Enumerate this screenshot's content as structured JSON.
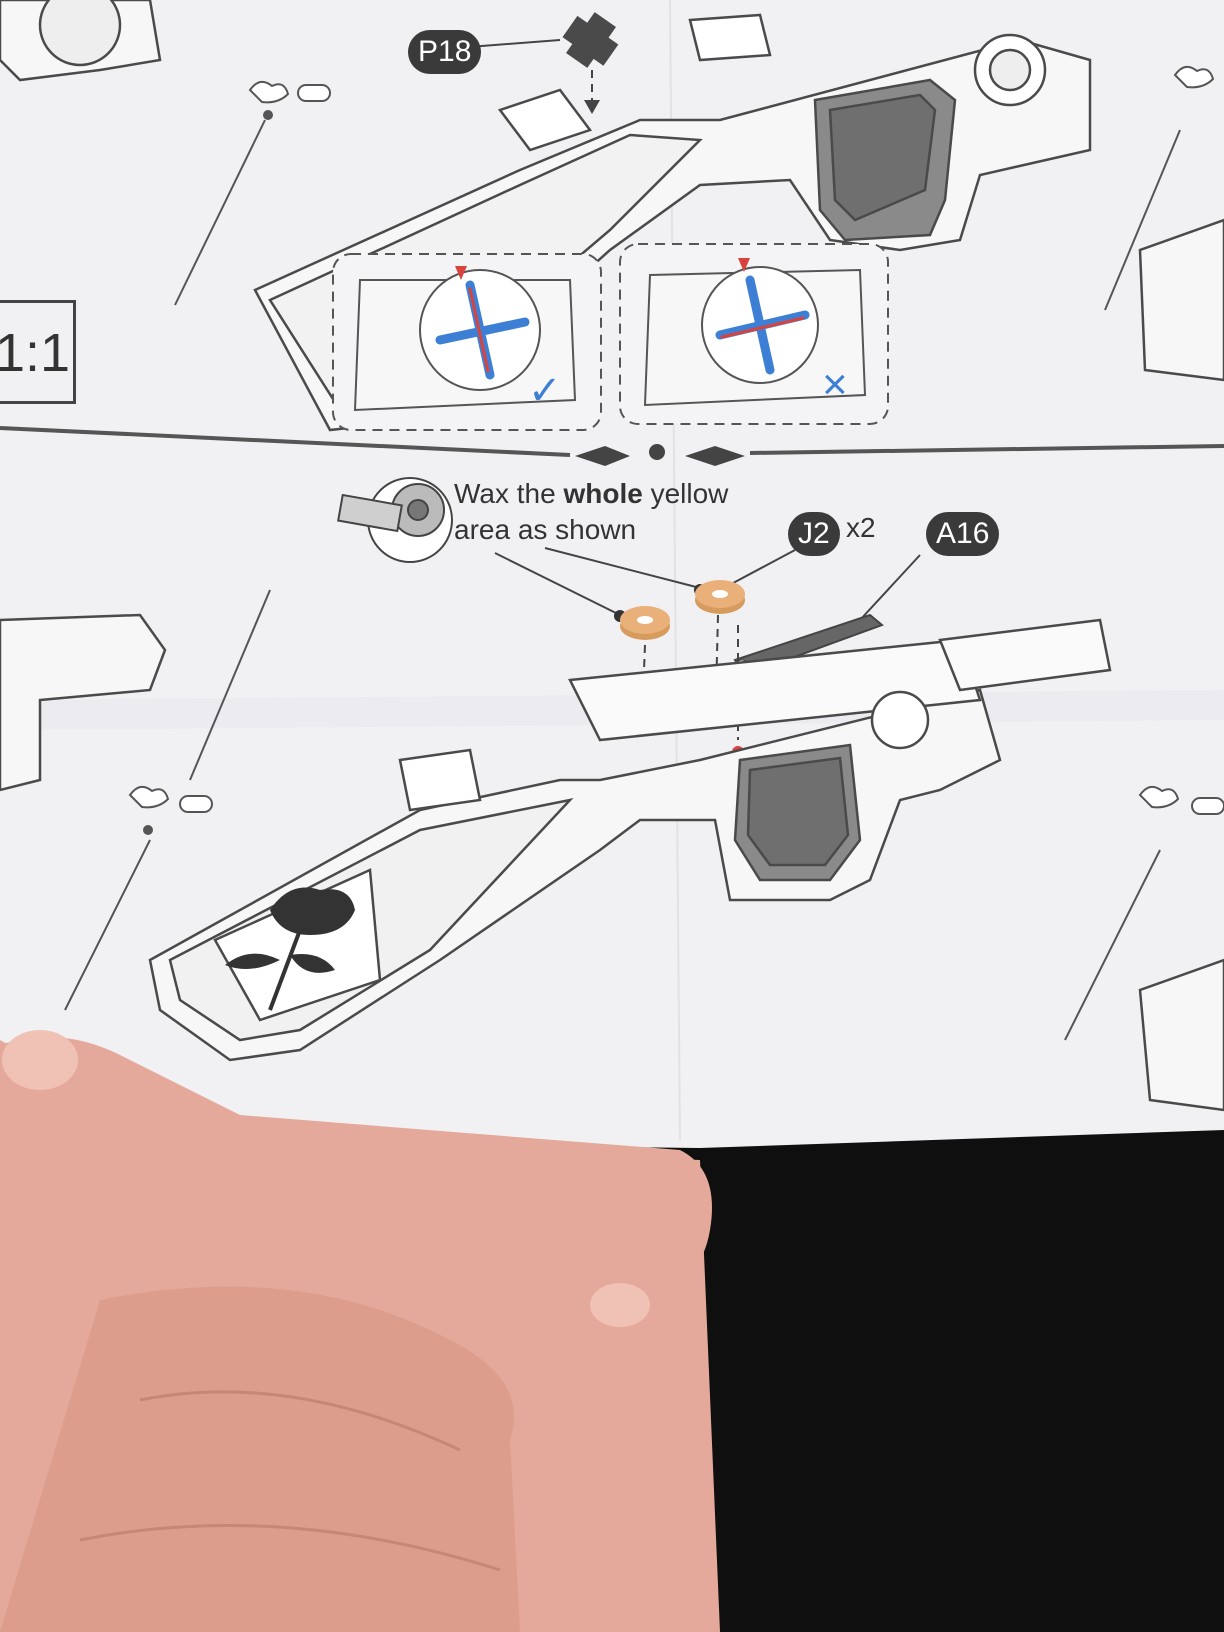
{
  "page": {
    "scale_label": "1:1"
  },
  "parts": {
    "p18": "P18",
    "j2": "J2",
    "j2_count": "x2",
    "a16": "A16"
  },
  "instruction": {
    "line1_pre": "Wax the ",
    "line1_bold": "whole",
    "line1_post": " yellow",
    "line2": "area as shown"
  },
  "marks": {
    "correct": "✓",
    "wrong": "×"
  },
  "colors": {
    "paper": "#f2f1f4",
    "outline": "#555555",
    "blue": "#3e7fd6",
    "red": "#d9433d",
    "washer": "#e8b27a",
    "skin": "#e6ad9c",
    "background": "#111111"
  }
}
